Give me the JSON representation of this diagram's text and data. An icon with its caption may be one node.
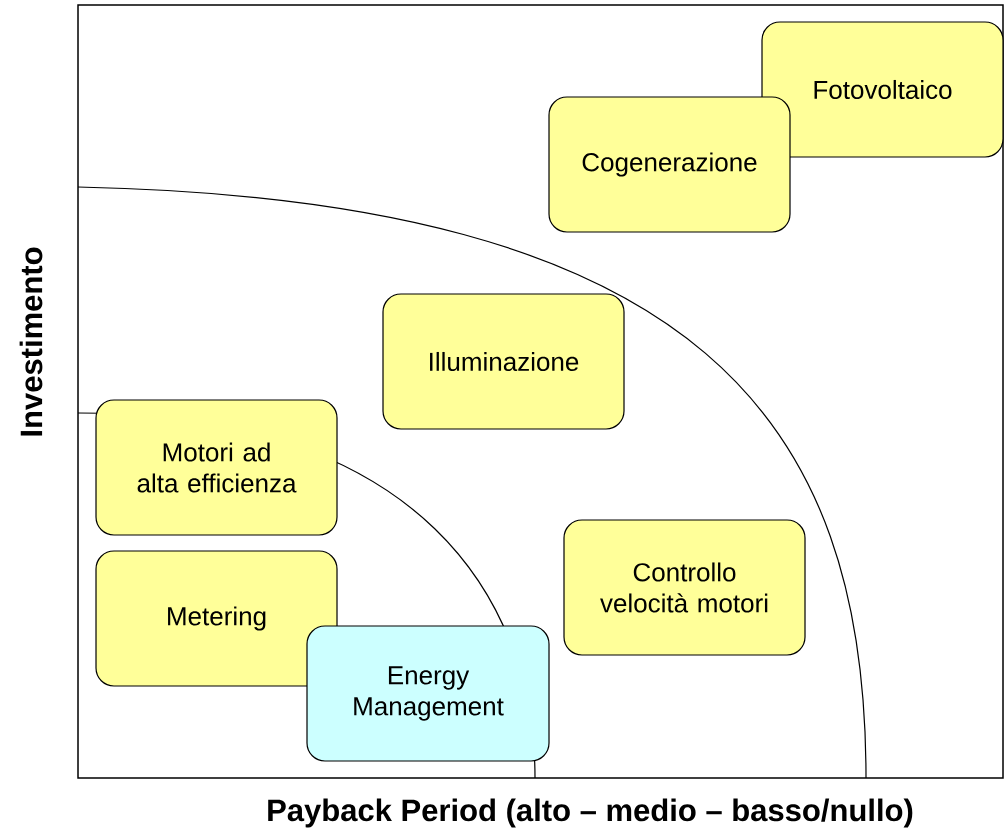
{
  "diagram": {
    "nodes": [
      {
        "text": [
          "Fotovoltaico"
        ]
      },
      {
        "text": [
          "Cogenerazione"
        ]
      },
      {
        "text": [
          "Illuminazione"
        ]
      },
      {
        "text": [
          "Motori ad alta efficienza"
        ]
      },
      {
        "text": [
          "Metering"
        ]
      },
      {
        "text": [
          "Energy Management"
        ]
      },
      {
        "text": [
          "Controllo velocità motori"
        ]
      }
    ],
    "labels": [
      "Investimento",
      "Payback Period (alto – medio – basso/nullo)"
    ]
  }
}
